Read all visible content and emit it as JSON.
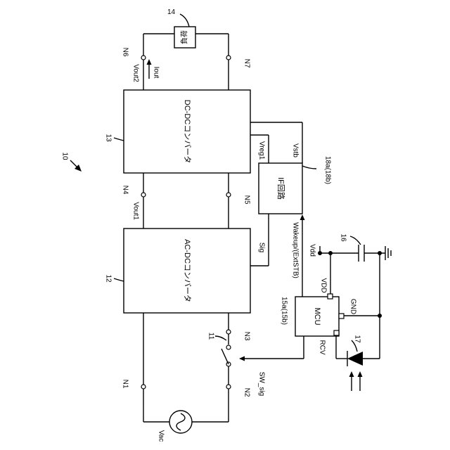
{
  "figure_ref": "10",
  "blocks": {
    "dcdc": {
      "ref": "13",
      "label": "DC-DCコンバータ"
    },
    "acdc": {
      "ref": "12",
      "label": "AC-DCコンバータ"
    },
    "if": {
      "ref": "18a(18b)",
      "label": "IF回路"
    },
    "mcu": {
      "ref": "15a(15b)",
      "label": "MCU",
      "pin_vdd": "VDD",
      "pin_gnd": "GND",
      "pin_rcv": "RCV"
    },
    "load": {
      "ref": "14",
      "label": "負荷"
    }
  },
  "nodes": [
    "N1",
    "N2",
    "N3",
    "N4",
    "N5",
    "N6",
    "N7"
  ],
  "signals": {
    "vout1": "Vout1",
    "vout2": "Vout2",
    "iout": "Iout",
    "vreg1": "Vreg1",
    "vstb": "Vstb",
    "sig": "Sig",
    "wakeup": "Wakeup/(ExtSTB)",
    "sw_sig": "SW_sig",
    "vdd": "Vdd",
    "vac": "Vac"
  },
  "components": {
    "switch_ref": "11",
    "capacitor_ref": "16",
    "photodiode_ref": "17"
  }
}
